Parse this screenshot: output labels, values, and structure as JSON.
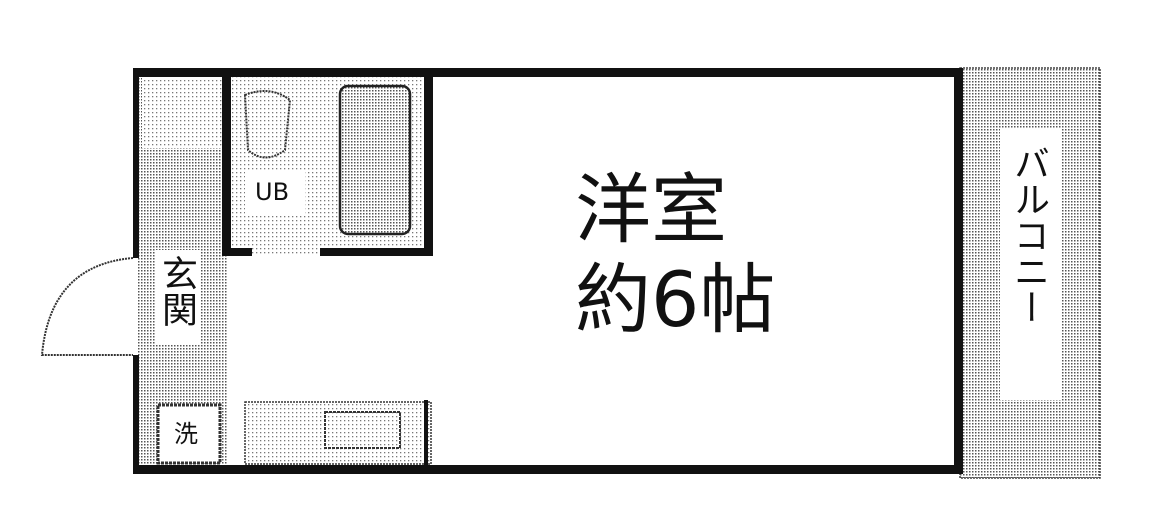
{
  "floorplan": {
    "room_main": {
      "name": "洋室",
      "size": "約6帖"
    },
    "bath": "UB",
    "entrance": "玄関",
    "washer": "洗",
    "balcony": "バルコニー"
  },
  "colors": {
    "wall": "#111111",
    "stipple": "#555555",
    "floor": "#ffffff"
  }
}
